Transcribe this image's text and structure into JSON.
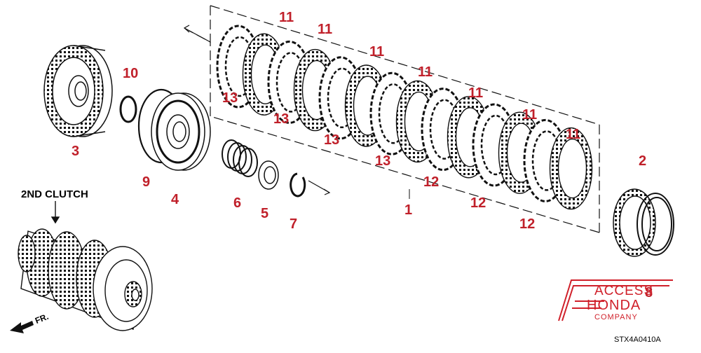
{
  "section_title": "2ND CLUTCH",
  "direction_label": "FR.",
  "diagram_code": "STX4A0410A",
  "logo": {
    "line1": "ACCESS",
    "line2": "HONDA",
    "line3": "COMPANY"
  },
  "colors": {
    "callout": "#c0202a",
    "line_art": "#111111",
    "logo": "#d0202a",
    "background": "#ffffff"
  },
  "callouts": {
    "p3": "3",
    "p10": "10",
    "p9": "9",
    "p4": "4",
    "p6": "6",
    "p5": "5",
    "p7": "7",
    "p1": "1",
    "p2": "2",
    "p8": "8",
    "p11": "11",
    "p12": "12",
    "p13": "13"
  }
}
